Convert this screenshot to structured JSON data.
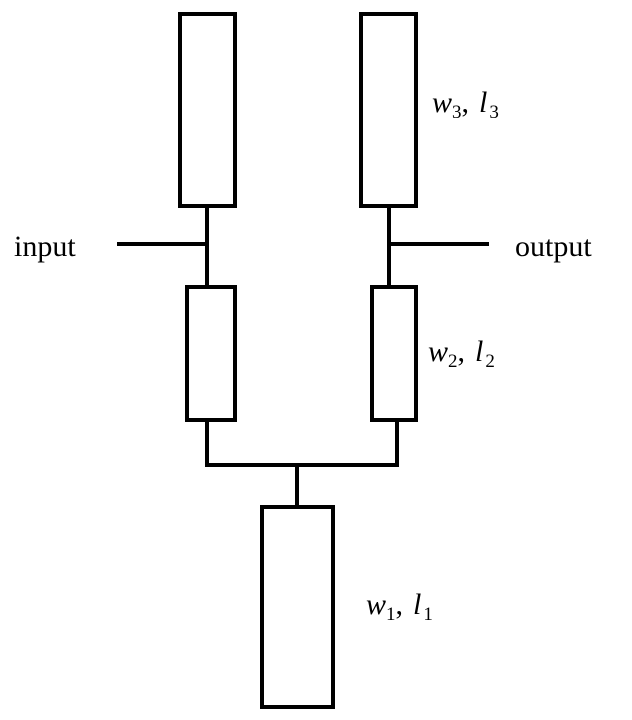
{
  "ports": {
    "input": "input",
    "output": "output"
  },
  "labels": {
    "stub3": {
      "w": "w",
      "w_sub": "3",
      "sep": ",",
      "l": "l",
      "l_sub": "3"
    },
    "stub2": {
      "w": "w",
      "w_sub": "2",
      "sep": ",",
      "l": "l",
      "l_sub": "2"
    },
    "stub1": {
      "w": "w",
      "w_sub": "1",
      "sep": ",",
      "l": "l",
      "l_sub": "1"
    }
  }
}
